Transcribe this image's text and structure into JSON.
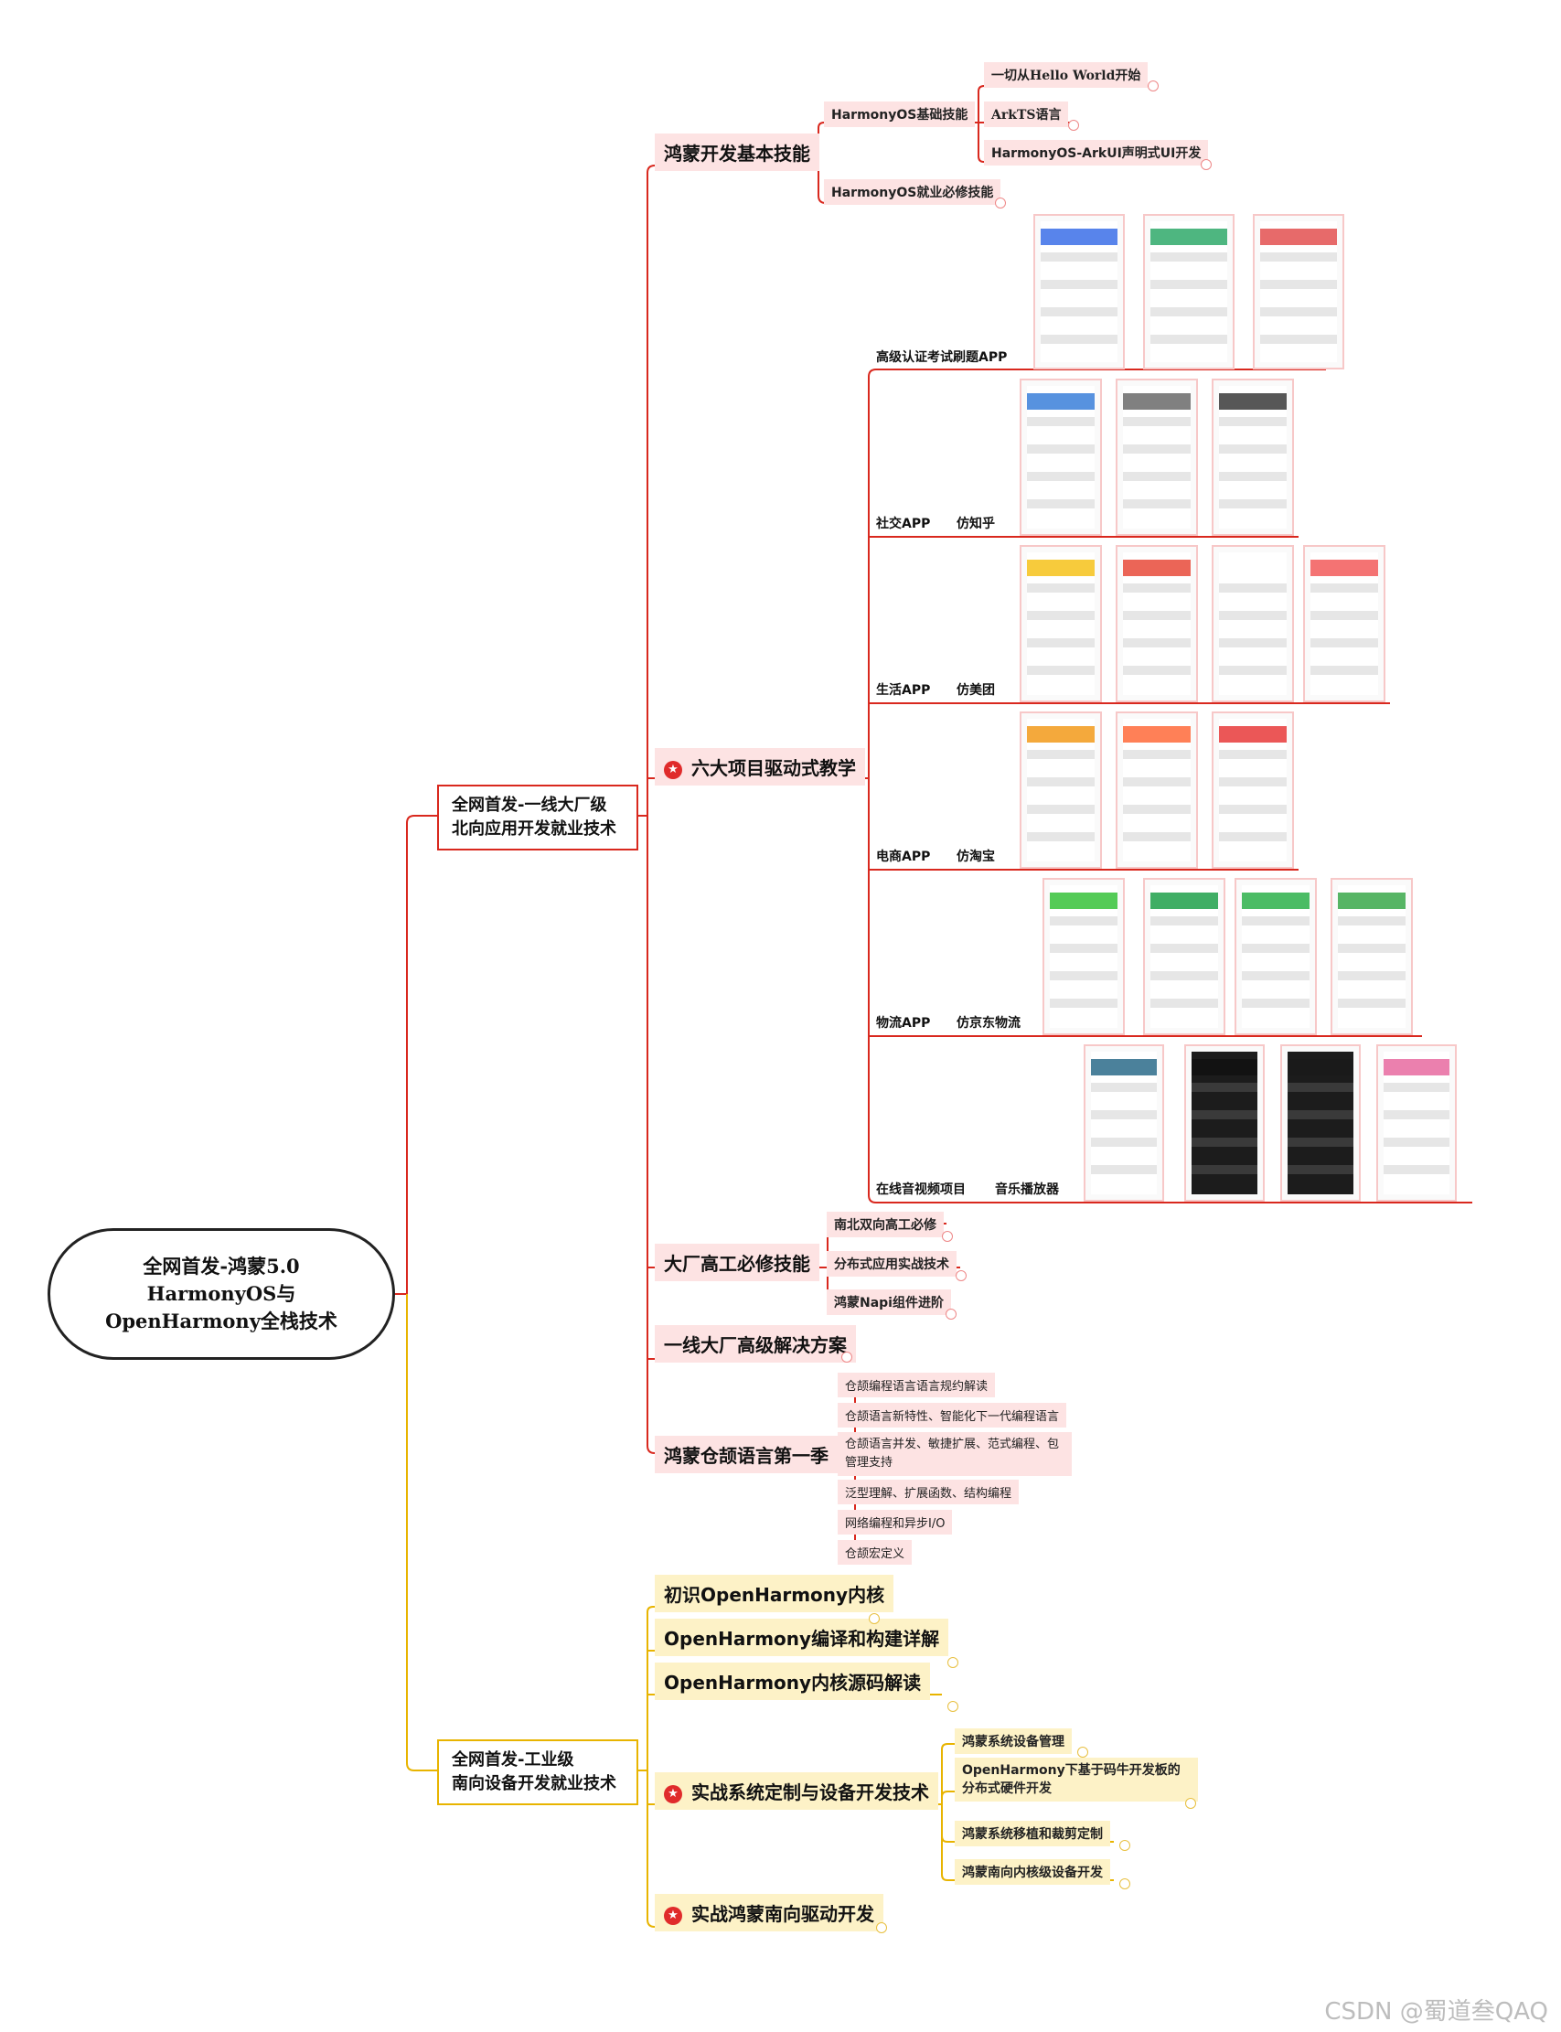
{
  "root": {
    "label": "全网首发-鸿蒙5.0 HarmonyOS与 OpenHarmony全栈技术"
  },
  "north": {
    "label_line1": "全网首发-一线大厂级",
    "label_line2": "北向应用开发就业技术",
    "basic": {
      "label": "鸿蒙开发基本技能",
      "harmonyos_basic": "HarmonyOS基础技能",
      "basic_children": [
        "一切从Hello World开始",
        "ArkTS语言",
        "HarmonyOS-ArkUI声明式UI开发"
      ],
      "harmonyos_job": "HarmonyOS就业必修技能"
    },
    "projects": {
      "label": "六大项目驱动式教学",
      "items": [
        {
          "label": "高级认证考试刷题APP",
          "sub": ""
        },
        {
          "label": "社交APP",
          "sub": "仿知乎"
        },
        {
          "label": "生活APP",
          "sub": "仿美团"
        },
        {
          "label": "电商APP",
          "sub": "仿淘宝"
        },
        {
          "label": "物流APP",
          "sub": "仿京东物流"
        },
        {
          "label": "在线音视频项目",
          "sub": "音乐播放器"
        }
      ]
    },
    "bigfactory": {
      "label": "大厂高工必修技能",
      "children": [
        "南北双向高工必修",
        "分布式应用实战技术",
        "鸿蒙Napi组件进阶"
      ]
    },
    "solutions": {
      "label": "一线大厂高级解决方案"
    },
    "cangjie": {
      "label": "鸿蒙仓颉语言第一季",
      "children": [
        "仓颉编程语言语言规约解读",
        "仓颉语言新特性、智能化下一代编程语言",
        "仓颉语言并发、敏捷扩展、范式编程、包管理支持",
        "泛型理解、扩展函数、结构编程",
        "网络编程和异步I/O",
        "仓颉宏定义"
      ]
    }
  },
  "south": {
    "label_line1": "全网首发-工业级",
    "label_line2": "南向设备开发就业技术",
    "children": [
      "初识OpenHarmony内核",
      "OpenHarmony编译和构建详解",
      "OpenHarmony内核源码解读"
    ],
    "practice": {
      "label": "实战系统定制与设备开发技术",
      "children": [
        "鸿蒙系统设备管理",
        "OpenHarmony下基于码牛开发板的分布式硬件开发",
        "鸿蒙系统移植和裁剪定制",
        "鸿蒙南向内核级设备开发"
      ]
    },
    "driver": {
      "label": "实战鸿蒙南向驱动开发"
    }
  },
  "watermark": "CSDN @蜀道叁QAQ",
  "colors": {
    "north": "#d9281e",
    "south": "#e8b400",
    "north_fill": "#fde3e3",
    "south_fill": "#fdf2c7"
  }
}
